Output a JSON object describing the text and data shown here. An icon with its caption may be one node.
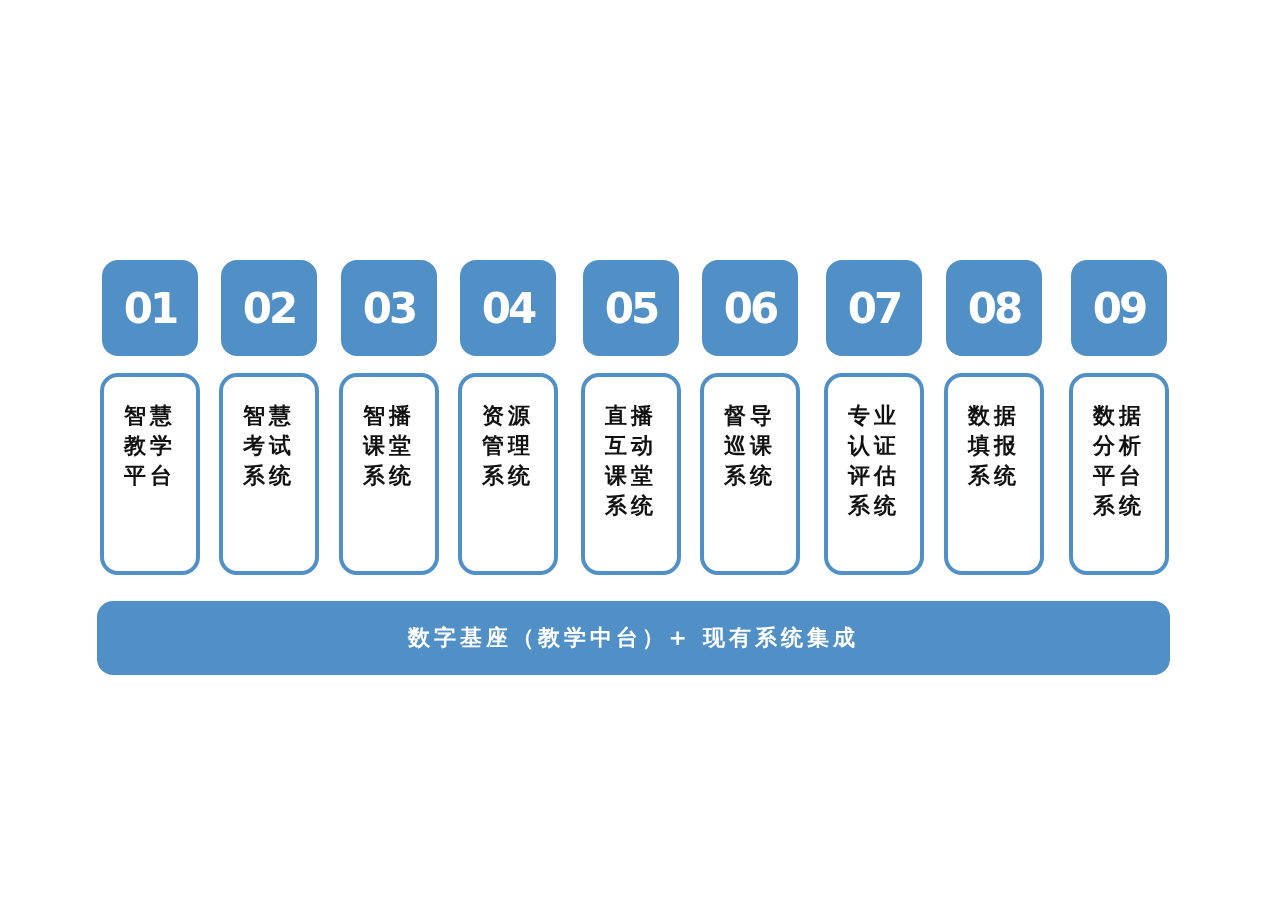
{
  "diagram": {
    "nodes": [
      {
        "text": [
          "01"
        ]
      },
      {
        "text": [
          "02"
        ]
      },
      {
        "text": [
          "03"
        ]
      },
      {
        "text": [
          "04"
        ]
      },
      {
        "text": [
          "05"
        ]
      },
      {
        "text": [
          "06"
        ]
      },
      {
        "text": [
          "07"
        ]
      },
      {
        "text": [
          "08"
        ]
      },
      {
        "text": [
          "09"
        ]
      },
      {
        "text": [
          "智慧教学平台"
        ]
      },
      {
        "text": [
          "智慧考试系统"
        ]
      },
      {
        "text": [
          "智播课堂系统"
        ]
      },
      {
        "text": [
          "资源管理系统"
        ]
      },
      {
        "text": [
          "直播互动课堂系统"
        ]
      },
      {
        "text": [
          "督导巡课系统"
        ]
      },
      {
        "text": [
          "专业认证评估系统"
        ]
      },
      {
        "text": [
          "数据填报系统"
        ]
      },
      {
        "text": [
          "数据分析平台系统"
        ]
      },
      {
        "text": [
          "数字基座（教学中台）+ 现有系统集成"
        ]
      }
    ]
  }
}
